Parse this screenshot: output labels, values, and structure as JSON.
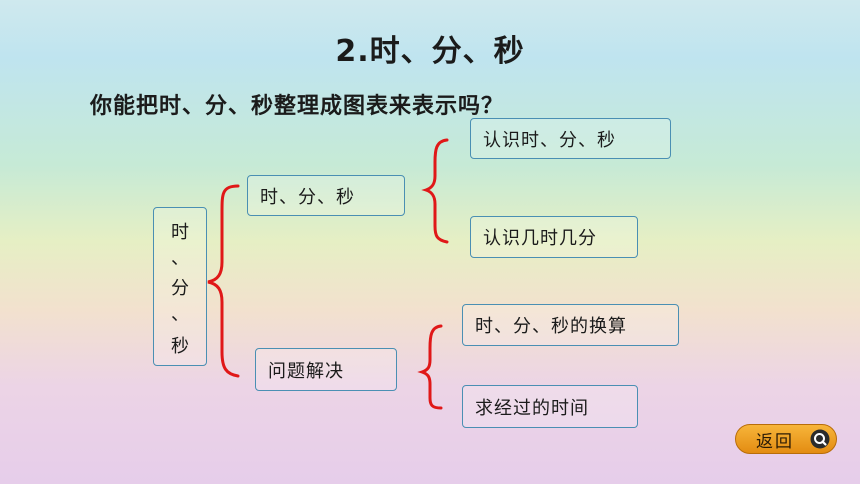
{
  "title": "2.时、分、秒",
  "question": "你能把时、分、秒整理成图表来表示吗？",
  "root": {
    "chars": [
      "时",
      "、",
      "分",
      "、",
      "秒"
    ]
  },
  "branches": [
    {
      "label": "时、分、秒",
      "children": [
        "认识时、分、秒",
        "认识几时几分"
      ]
    },
    {
      "label": "问题解决",
      "children": [
        "时、分、秒的换算",
        "求经过的时间"
      ]
    }
  ],
  "colors": {
    "bracket": "#e01818",
    "box_border": "#4a8fb3",
    "button": "#f0a020"
  },
  "nav": {
    "back_label": "返回",
    "back_icon": "search-icon"
  }
}
